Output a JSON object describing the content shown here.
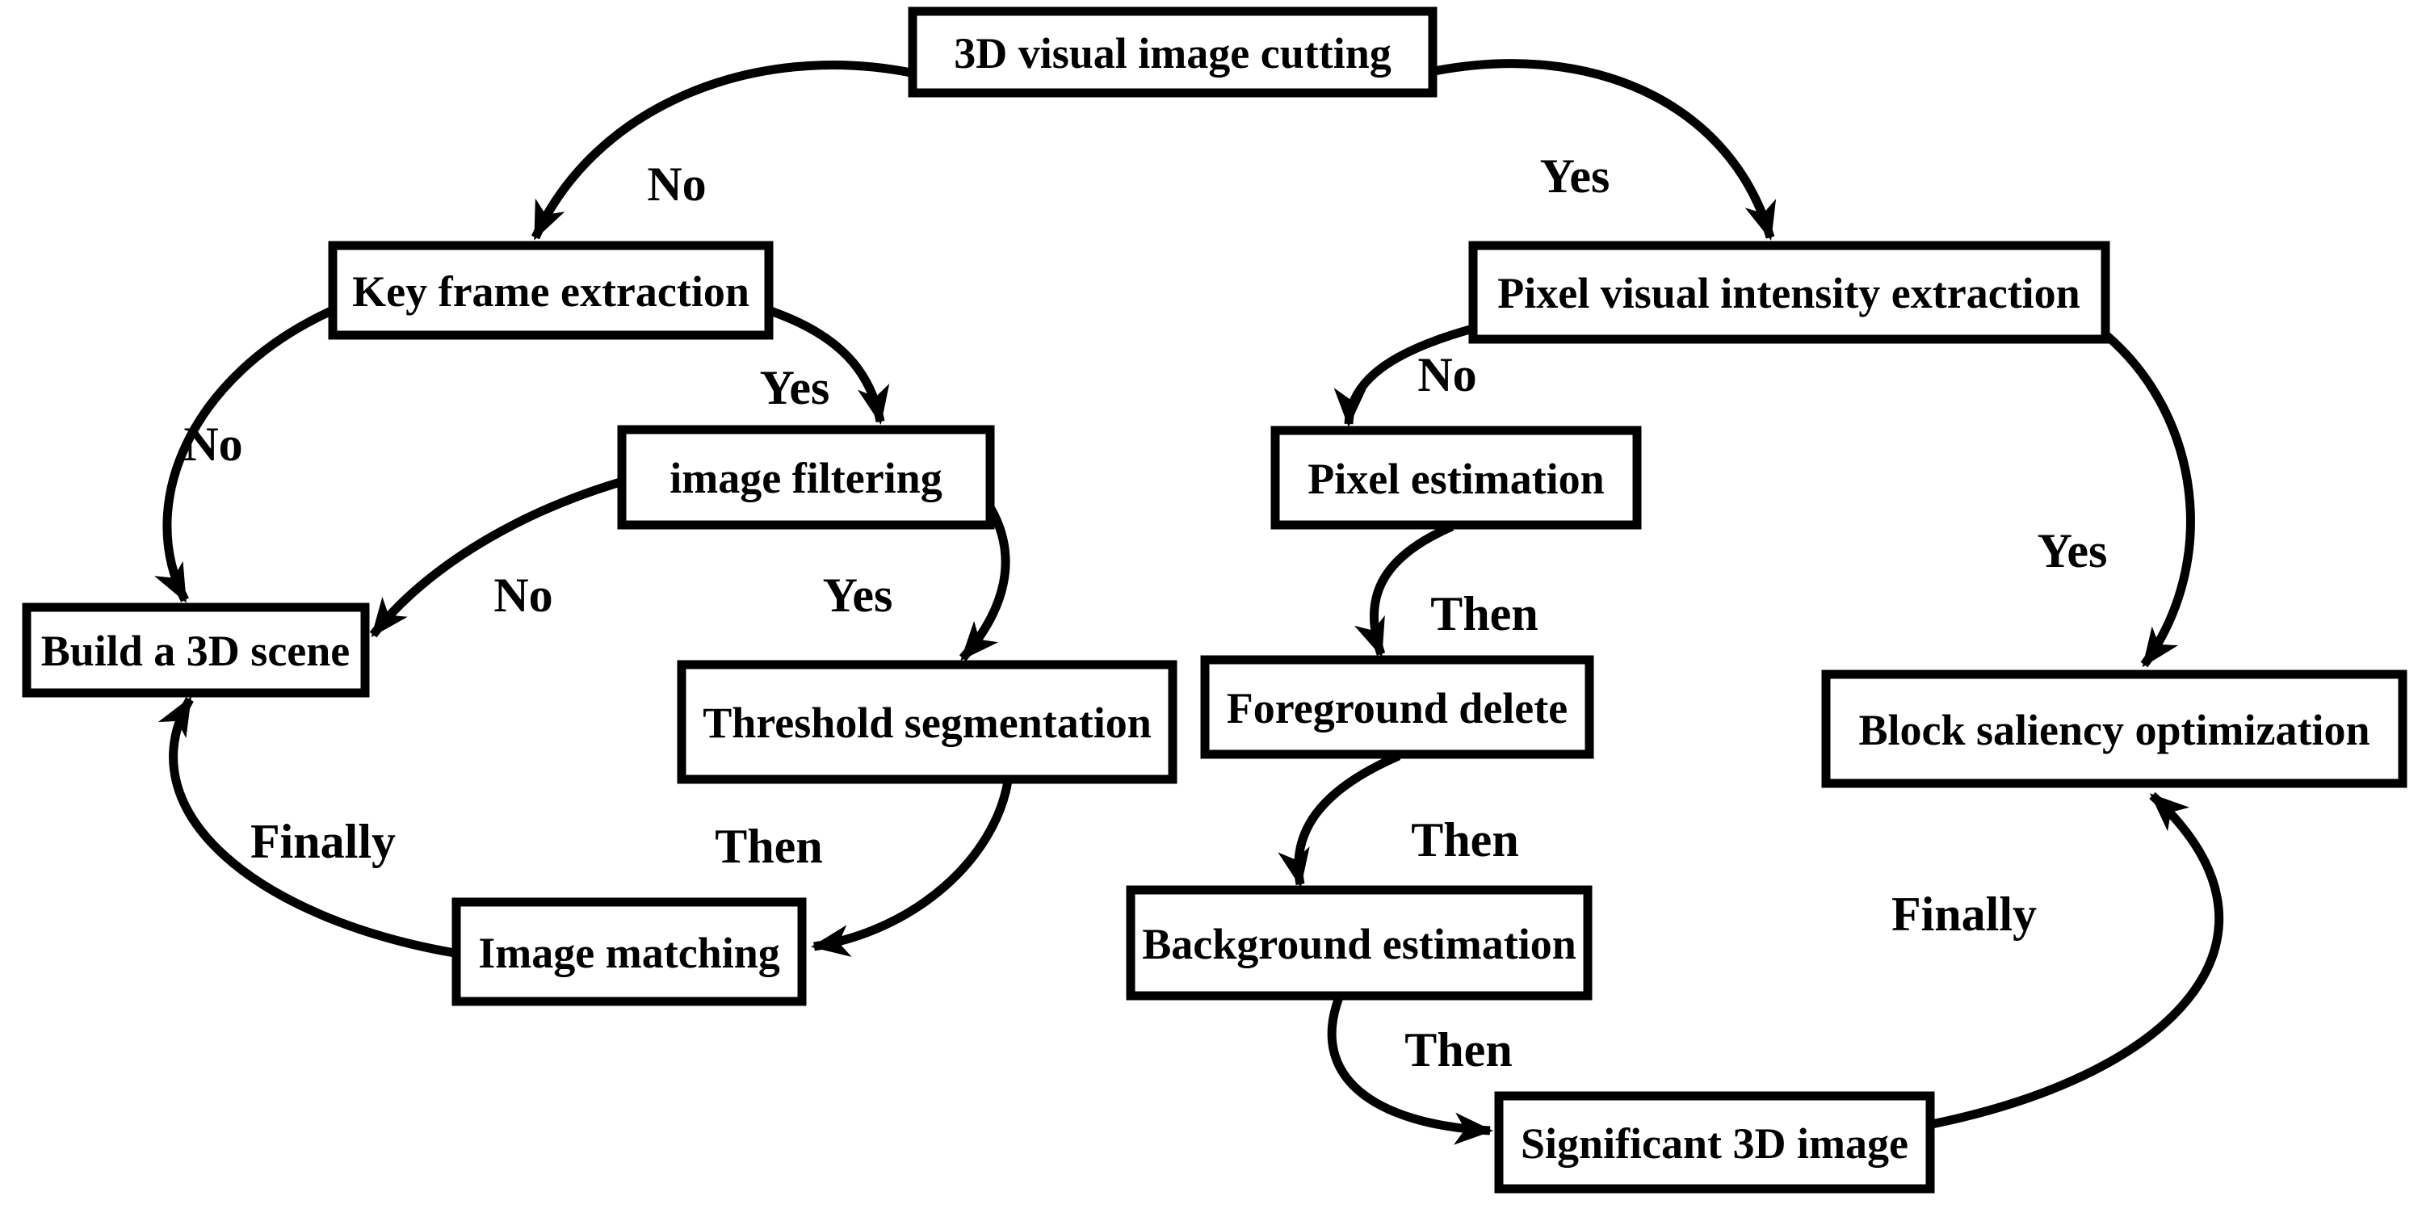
{
  "diagram": {
    "title": "3D visual image cutting flowchart",
    "colors": {
      "background": "#ffffff",
      "line": "#000000",
      "box_fill": "#ffffff",
      "text": "#000000"
    },
    "nodes": [
      {
        "id": "cut3d",
        "label": "3D visual image cutting"
      },
      {
        "id": "keyframe",
        "label": "Key frame extraction"
      },
      {
        "id": "pixelvis",
        "label": "Pixel visual intensity extraction"
      },
      {
        "id": "imgfilter",
        "label": "image filtering"
      },
      {
        "id": "build3d",
        "label": "Build a 3D scene"
      },
      {
        "id": "threshold",
        "label": "Threshold segmentation"
      },
      {
        "id": "pixelest",
        "label": "Pixel estimation"
      },
      {
        "id": "foreground",
        "label": "Foreground delete"
      },
      {
        "id": "background",
        "label": "Background estimation"
      },
      {
        "id": "significant",
        "label": "Significant 3D image"
      },
      {
        "id": "blocksal",
        "label": "Block saliency optimization"
      },
      {
        "id": "imgmatch",
        "label": "Image matching"
      }
    ],
    "edges": [
      {
        "from": "cut3d",
        "to": "keyframe",
        "label": "No"
      },
      {
        "from": "cut3d",
        "to": "pixelvis",
        "label": "Yes"
      },
      {
        "from": "keyframe",
        "to": "imgfilter",
        "label": "Yes"
      },
      {
        "from": "keyframe",
        "to": "build3d",
        "label": "No"
      },
      {
        "from": "imgfilter",
        "to": "build3d",
        "label": "No"
      },
      {
        "from": "imgfilter",
        "to": "threshold",
        "label": "Yes"
      },
      {
        "from": "threshold",
        "to": "imgmatch",
        "label": "Then"
      },
      {
        "from": "imgmatch",
        "to": "build3d",
        "label": "Finally"
      },
      {
        "from": "pixelvis",
        "to": "pixelest",
        "label": "No"
      },
      {
        "from": "pixelest",
        "to": "foreground",
        "label": "Then"
      },
      {
        "from": "foreground",
        "to": "background",
        "label": "Then"
      },
      {
        "from": "background",
        "to": "significant",
        "label": "Then"
      },
      {
        "from": "significant",
        "to": "blocksal",
        "label": "Finally"
      },
      {
        "from": "pixelvis",
        "to": "blocksal",
        "label": "Yes"
      }
    ]
  }
}
